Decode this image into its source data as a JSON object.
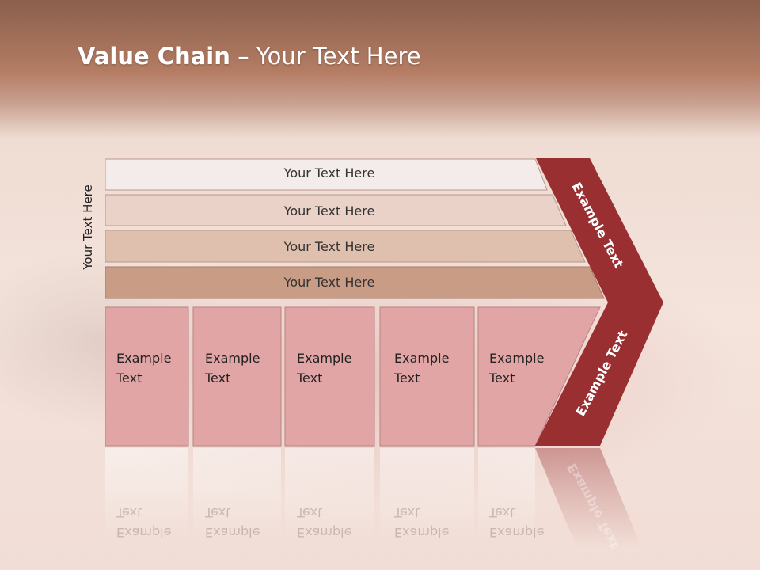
{
  "title": {
    "bold": "Value Chain",
    "rest": " – Your Text Here"
  },
  "side_label": "Your Text Here",
  "bands": [
    "Your Text Here",
    "Your Text Here",
    "Your Text Here",
    "Your Text Here"
  ],
  "cells": [
    {
      "line1": "Example",
      "line2": "Text"
    },
    {
      "line1": "Example",
      "line2": "Text"
    },
    {
      "line1": "Example",
      "line2": "Text"
    },
    {
      "line1": "Example",
      "line2": "Text"
    },
    {
      "line1": "Example",
      "line2": "Text"
    }
  ],
  "chevron_top": "Example Text",
  "chevron_bottom": "Example Text",
  "colors": {
    "band1": "#f4ecea",
    "band2": "#ead2c8",
    "band3": "#dfbfae",
    "band4": "#c99c86",
    "cell": "#e2a5a5",
    "chevron": "#9a2f32"
  }
}
